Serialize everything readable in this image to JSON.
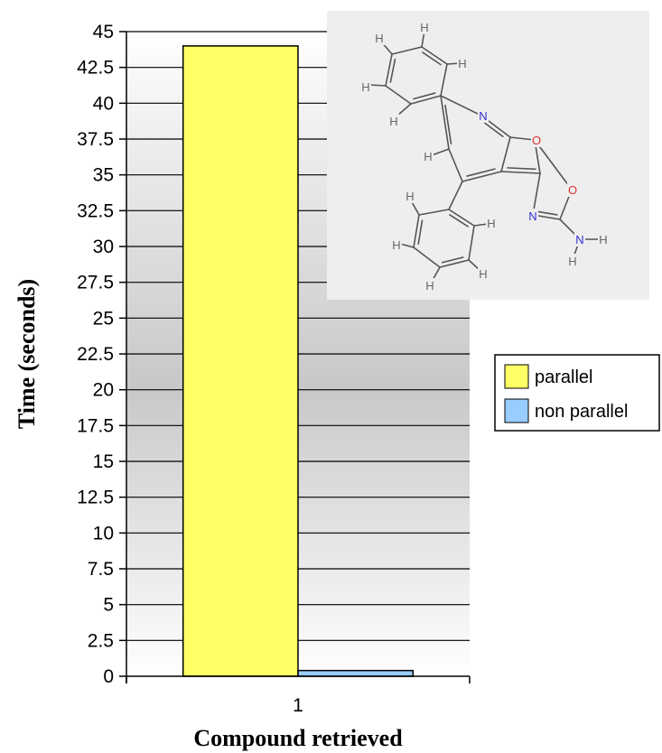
{
  "chart_data": {
    "type": "bar",
    "categories": [
      "1"
    ],
    "series": [
      {
        "name": "parallel",
        "values": [
          44
        ],
        "color": "#ffff66"
      },
      {
        "name": "non parallel",
        "values": [
          0.4
        ],
        "color": "#99ccff"
      }
    ],
    "xlabel": "Compound retrieved",
    "ylabel": "Time (seconds)",
    "ylim": [
      0,
      45
    ],
    "ytick_step": 2.5,
    "yticks": [
      "0",
      "2.5",
      "5",
      "7.5",
      "10",
      "12.5",
      "15",
      "17.5",
      "20",
      "22.5",
      "25",
      "27.5",
      "30",
      "32.5",
      "35",
      "37.5",
      "40",
      "42.5",
      "45"
    ],
    "grid": true,
    "legend_position": "right",
    "background_gradient": [
      "#ffffff",
      "#c8c8c8",
      "#ffffff"
    ]
  },
  "inset": {
    "atoms": {
      "H": "H",
      "N": "N",
      "O": "O"
    },
    "colors": {
      "background": "#eeeeee",
      "bond": "#555555",
      "nitrogen": "#3030d0",
      "oxygen": "#e03030",
      "hydrogen": "#666666"
    }
  }
}
